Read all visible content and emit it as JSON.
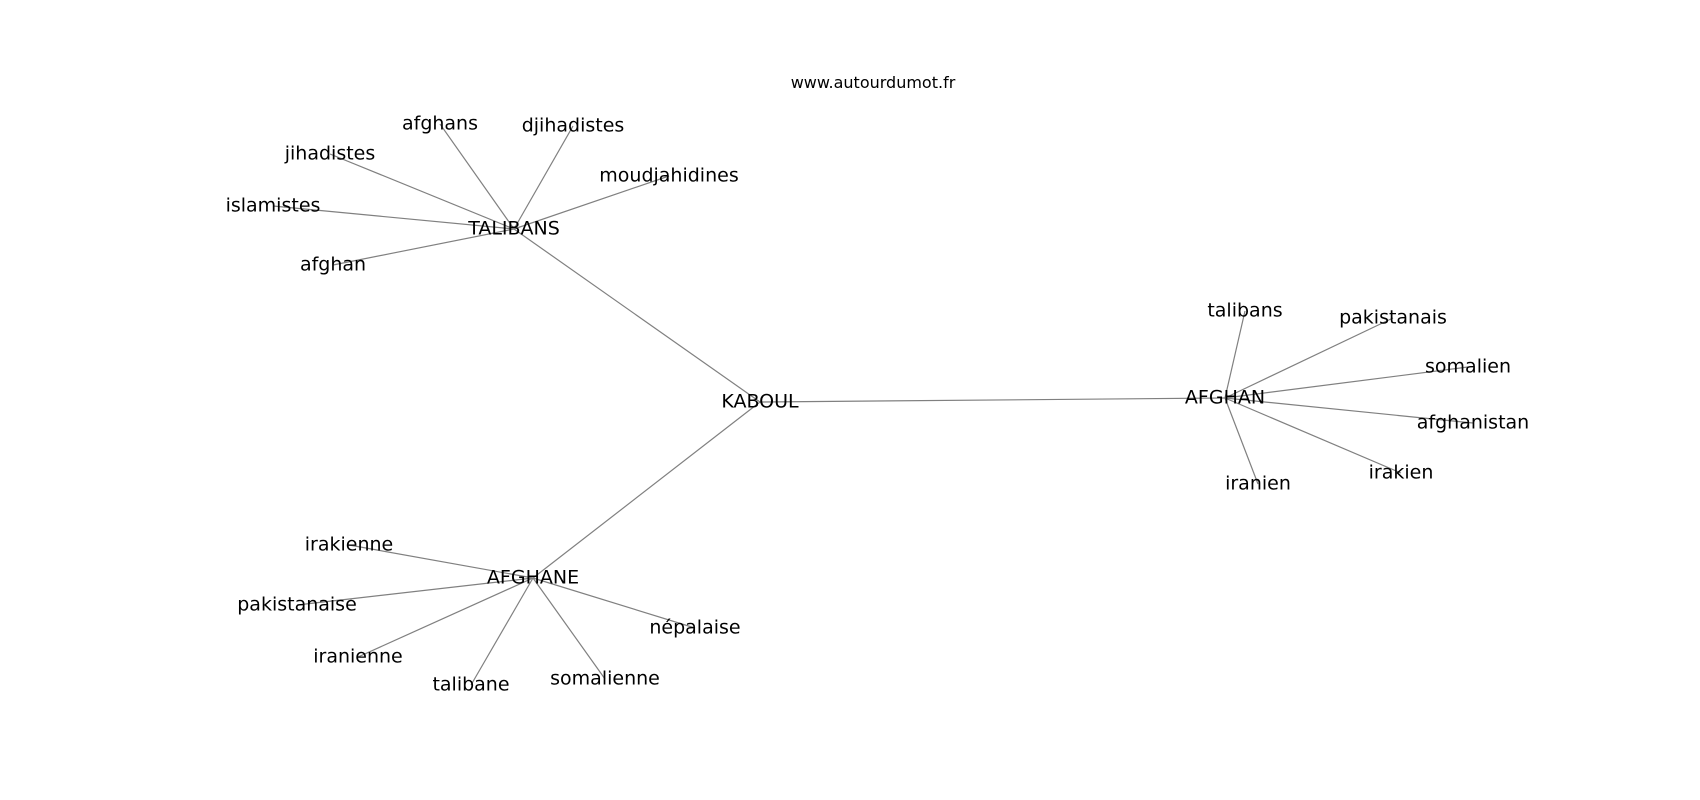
{
  "watermark": "www.autourdumot.fr",
  "graph": {
    "nodes": [
      {
        "id": "kaboul",
        "label": "KABOUL"
      },
      {
        "id": "talibans_hub",
        "label": "TALIBANS"
      },
      {
        "id": "afghan_hub",
        "label": "AFGHAN"
      },
      {
        "id": "afghane_hub",
        "label": "AFGHANE"
      },
      {
        "id": "afghans",
        "label": "afghans"
      },
      {
        "id": "djihadistes",
        "label": "djihadistes"
      },
      {
        "id": "jihadistes",
        "label": "jihadistes"
      },
      {
        "id": "moudjahidines",
        "label": "moudjahidines"
      },
      {
        "id": "islamistes",
        "label": "islamistes"
      },
      {
        "id": "afghan",
        "label": "afghan"
      },
      {
        "id": "talibans",
        "label": "talibans"
      },
      {
        "id": "pakistanais",
        "label": "pakistanais"
      },
      {
        "id": "somalien",
        "label": "somalien"
      },
      {
        "id": "afghanistan",
        "label": "afghanistan"
      },
      {
        "id": "irakien",
        "label": "irakien"
      },
      {
        "id": "iranien",
        "label": "iranien"
      },
      {
        "id": "irakienne",
        "label": "irakienne"
      },
      {
        "id": "pakistanaise",
        "label": "pakistanaise"
      },
      {
        "id": "nepalaise",
        "label": "népalaise"
      },
      {
        "id": "iranienne",
        "label": "iranienne"
      },
      {
        "id": "somalienne",
        "label": "somalienne"
      },
      {
        "id": "talibane",
        "label": "talibane"
      }
    ],
    "edges": [
      [
        "kaboul",
        "talibans_hub"
      ],
      [
        "kaboul",
        "afghan_hub"
      ],
      [
        "kaboul",
        "afghane_hub"
      ],
      [
        "talibans_hub",
        "afghans"
      ],
      [
        "talibans_hub",
        "djihadistes"
      ],
      [
        "talibans_hub",
        "jihadistes"
      ],
      [
        "talibans_hub",
        "moudjahidines"
      ],
      [
        "talibans_hub",
        "islamistes"
      ],
      [
        "talibans_hub",
        "afghan"
      ],
      [
        "afghan_hub",
        "talibans"
      ],
      [
        "afghan_hub",
        "pakistanais"
      ],
      [
        "afghan_hub",
        "somalien"
      ],
      [
        "afghan_hub",
        "afghanistan"
      ],
      [
        "afghan_hub",
        "irakien"
      ],
      [
        "afghan_hub",
        "iranien"
      ],
      [
        "afghane_hub",
        "irakienne"
      ],
      [
        "afghane_hub",
        "pakistanaise"
      ],
      [
        "afghane_hub",
        "nepalaise"
      ],
      [
        "afghane_hub",
        "iranienne"
      ],
      [
        "afghane_hub",
        "somalienne"
      ],
      [
        "afghane_hub",
        "talibane"
      ]
    ]
  },
  "colors": {
    "edge": "#808080",
    "text": "#000000",
    "background": "#ffffff"
  }
}
